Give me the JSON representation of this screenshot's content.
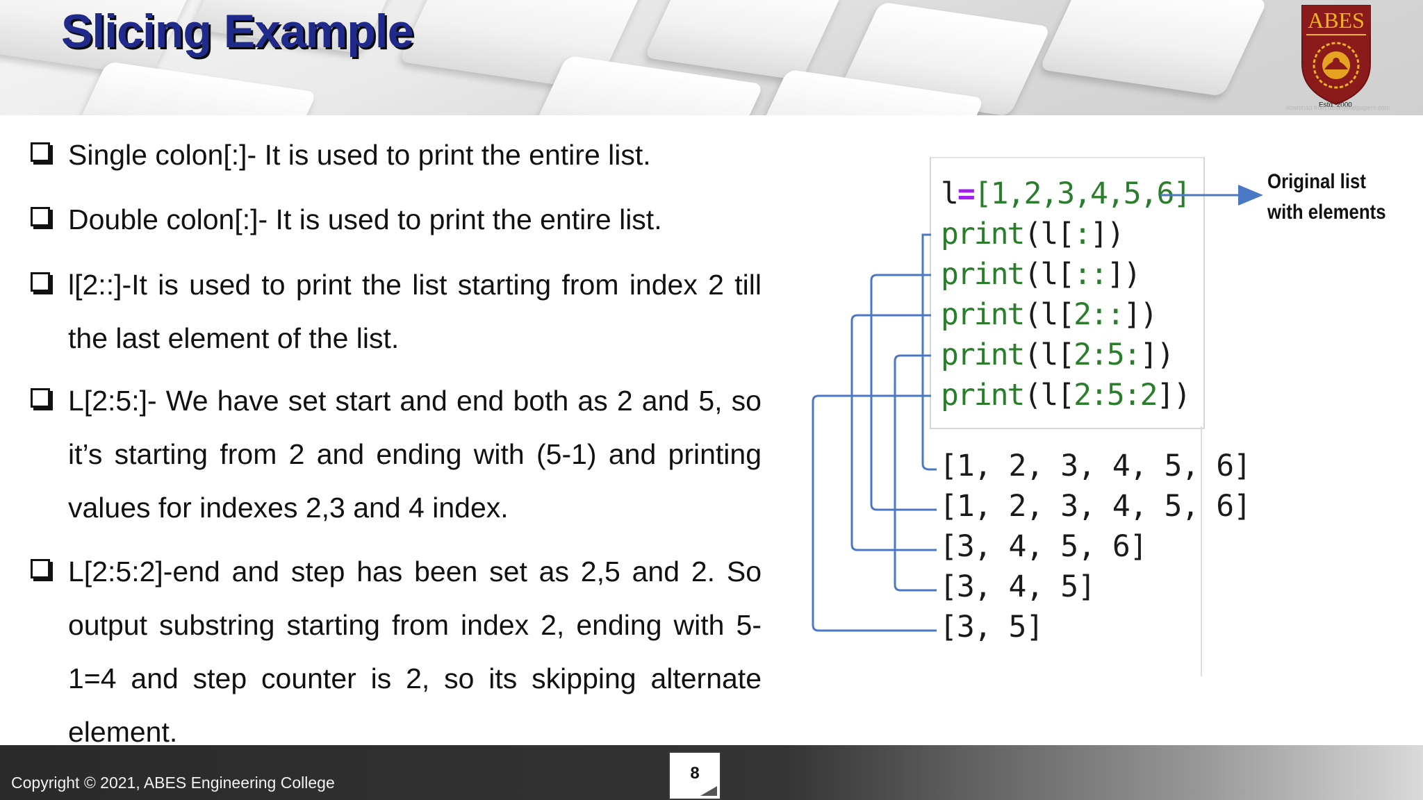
{
  "header": {
    "title": "Slicing Example",
    "logo_text": "ABES",
    "logo_est": "Estd. 2000",
    "watermark": "download from desktywallpapers.com"
  },
  "bullets": [
    {
      "text": "Single colon[:]- It is used to print the entire list."
    },
    {
      "text": "Double colon[:]- It is used to print the entire list."
    },
    {
      "text": "l[2::]-It is used to print the list starting from index 2 till the last element of the list."
    },
    {
      "text": "L[2:5:]- We have set start and end both as 2 and 5, so it’s starting from 2 and ending with (5-1) and printing values for indexes 2,3 and 4 index."
    },
    {
      "text": "L[2:5:2]-end and step has been set as 2,5 and 2. So output substring starting from index 2, ending with 5-1=4 and step counter is 2, so its skipping alternate element."
    }
  ],
  "code": {
    "assign_var": "l",
    "assign_op": "=",
    "assign_value": "[1,2,3,4,5,6]",
    "print_kw": "print",
    "prints": [
      {
        "open": "(l[",
        "slice": ":",
        "close": "])"
      },
      {
        "open": "(l[",
        "slice": "::",
        "close": "])"
      },
      {
        "open": "(l[",
        "slice": "2::",
        "close": "])"
      },
      {
        "open": "(l[",
        "slice": "2:5:",
        "close": "])"
      },
      {
        "open": "(l[",
        "slice": "2:5:2",
        "close": "])"
      }
    ],
    "outputs": [
      "[1, 2, 3, 4, 5, 6]",
      "[1, 2, 3, 4, 5, 6]",
      "[3, 4, 5, 6]",
      "[3, 4, 5]",
      "[3, 5]"
    ]
  },
  "annotation": {
    "line1": "Original list",
    "line2": "with elements"
  },
  "footer": {
    "copyright": "Copyright © 2021, ABES Engineering College",
    "page_number": "8"
  },
  "colors": {
    "title": "#1f2a8a",
    "code_green": "#2a7d2a",
    "connector_blue": "#4a78c4",
    "logo_red": "#8b1a1a",
    "logo_gold": "#f0b323"
  }
}
